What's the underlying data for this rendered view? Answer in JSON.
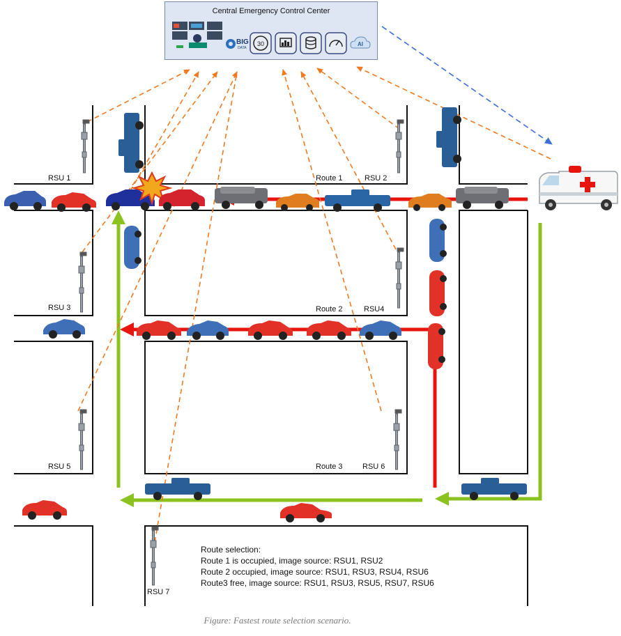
{
  "control_center": {
    "title": "Central Emergency Control Center",
    "icons": [
      "monitoring-screens-icon",
      "big-data-icon",
      "timer-30-icon",
      "dashboard-chart-icon",
      "database-icon",
      "speedometer-icon",
      "ai-cloud-icon"
    ],
    "big_data_text": "BIG",
    "big_data_sub": "DATA",
    "timer_text": "30",
    "ai_text": "AI"
  },
  "rsu_labels": [
    "RSU 1",
    "RSU 2",
    "RSU 3",
    "RSU4",
    "RSU 5",
    "RSU 6",
    "RSU 7"
  ],
  "route_labels": [
    "Route 1",
    "Route 2",
    "Route 3"
  ],
  "route_selection": {
    "heading": "Route selection:",
    "lines": [
      "Route 1 is occupied, image source: RSU1, RSU2",
      "Route 2 occupied, image source: RSU1, RSU3, RSU4, RSU6",
      "Route3 free, image source: RSU1, RSU3, RSU5, RSU7, RSU6"
    ]
  },
  "caption": "Figure: Fastest route selection scenario.",
  "colors": {
    "occupied_route": "#e8150f",
    "free_route": "#8cc21f",
    "data_link": "#f07a20",
    "ambulance_link": "#3c6fd8",
    "road_edge": "#111111",
    "center_box": "#dde6f2"
  }
}
